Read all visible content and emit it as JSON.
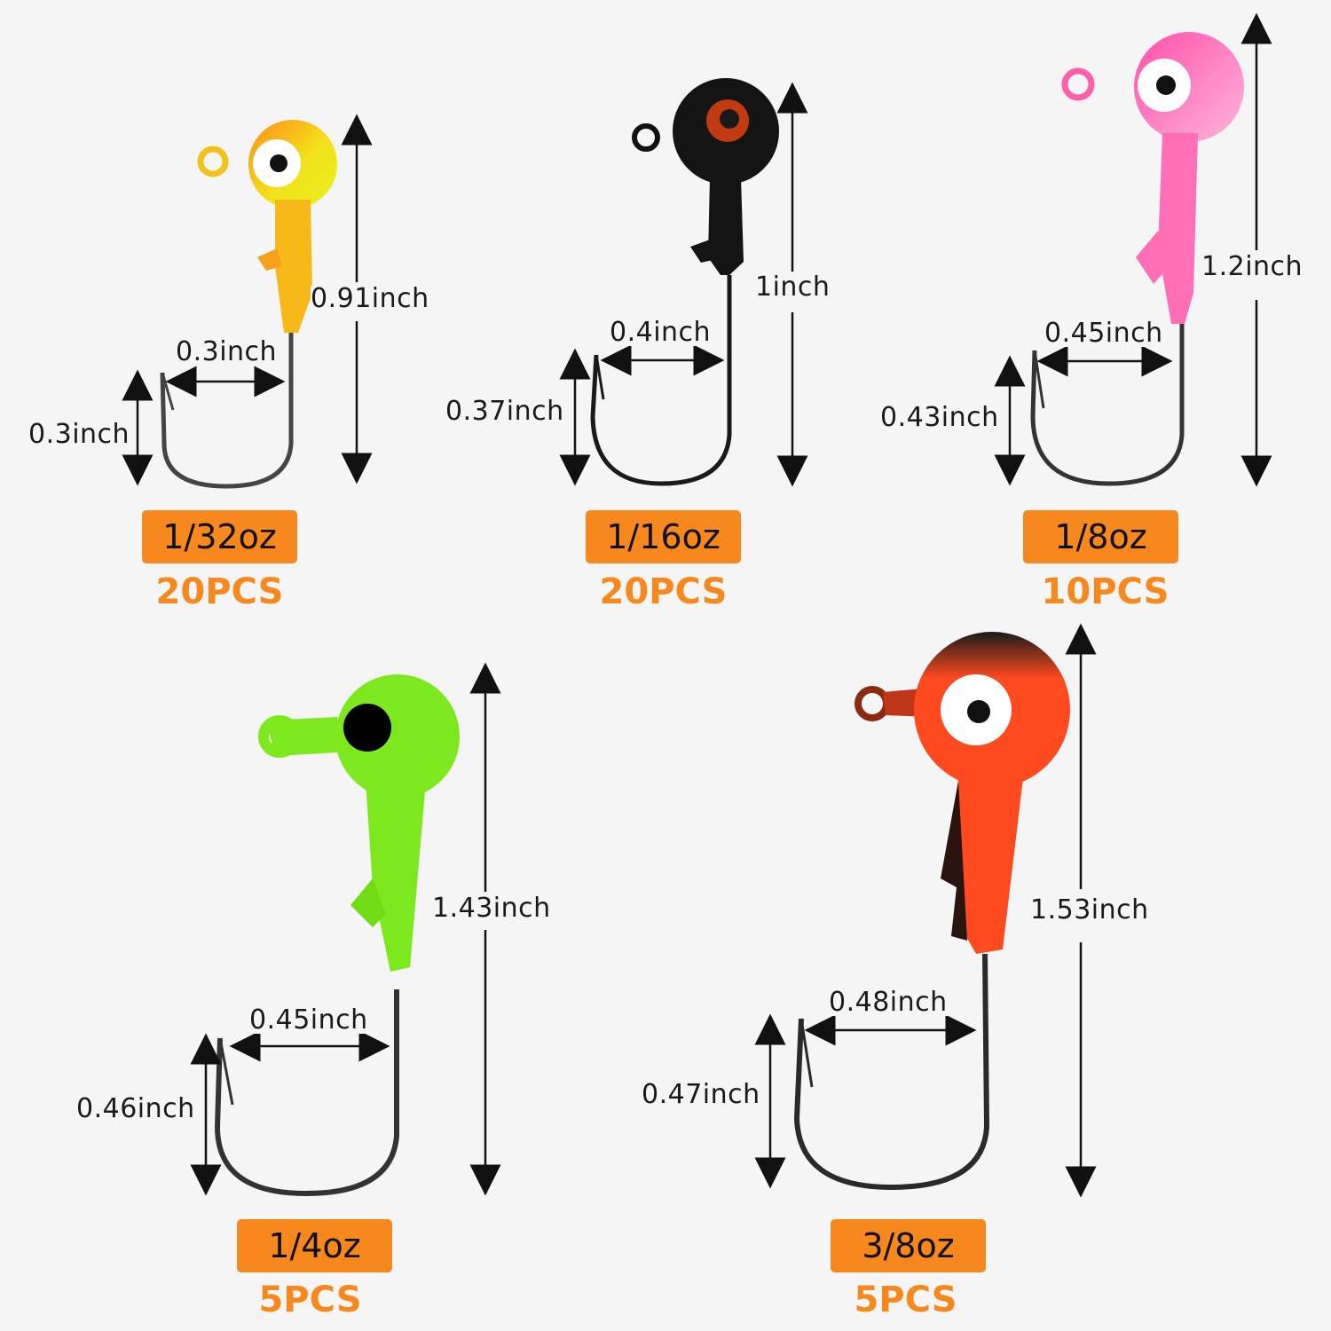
{
  "jigs": [
    {
      "weight": "1/32oz",
      "count": "20PCS",
      "total_length": "0.91inch",
      "gap_width": "0.3inch",
      "gap_height": "0.3inch",
      "head_color": "#f2d21a",
      "accent_color": "#ff9a1a",
      "eye": "white-black"
    },
    {
      "weight": "1/16oz",
      "count": "20PCS",
      "total_length": "1inch",
      "gap_width": "0.4inch",
      "gap_height": "0.37inch",
      "head_color": "#111111",
      "accent_color": "#111111",
      "eye": "red-black"
    },
    {
      "weight": "1/8oz",
      "count": "10PCS",
      "total_length": "1.2inch",
      "gap_width": "0.45inch",
      "gap_height": "0.43inch",
      "head_color": "#ff6fb5",
      "accent_color": "#ff9fd0",
      "eye": "white-black"
    },
    {
      "weight": "1/4oz",
      "count": "5PCS",
      "total_length": "1.43inch",
      "gap_width": "0.45inch",
      "gap_height": "0.46inch",
      "head_color": "#7ee81f",
      "accent_color": "#7ee81f",
      "eye": "black"
    },
    {
      "weight": "3/8oz",
      "count": "5PCS",
      "total_length": "1.53inch",
      "gap_width": "0.48inch",
      "gap_height": "0.47inch",
      "head_color": "#ff4a1f",
      "accent_color": "#1a1a1a",
      "eye": "white-black"
    }
  ],
  "colors": {
    "badge": "#f7881d",
    "count_text": "#f7881d",
    "background": "#f5f5f5"
  }
}
